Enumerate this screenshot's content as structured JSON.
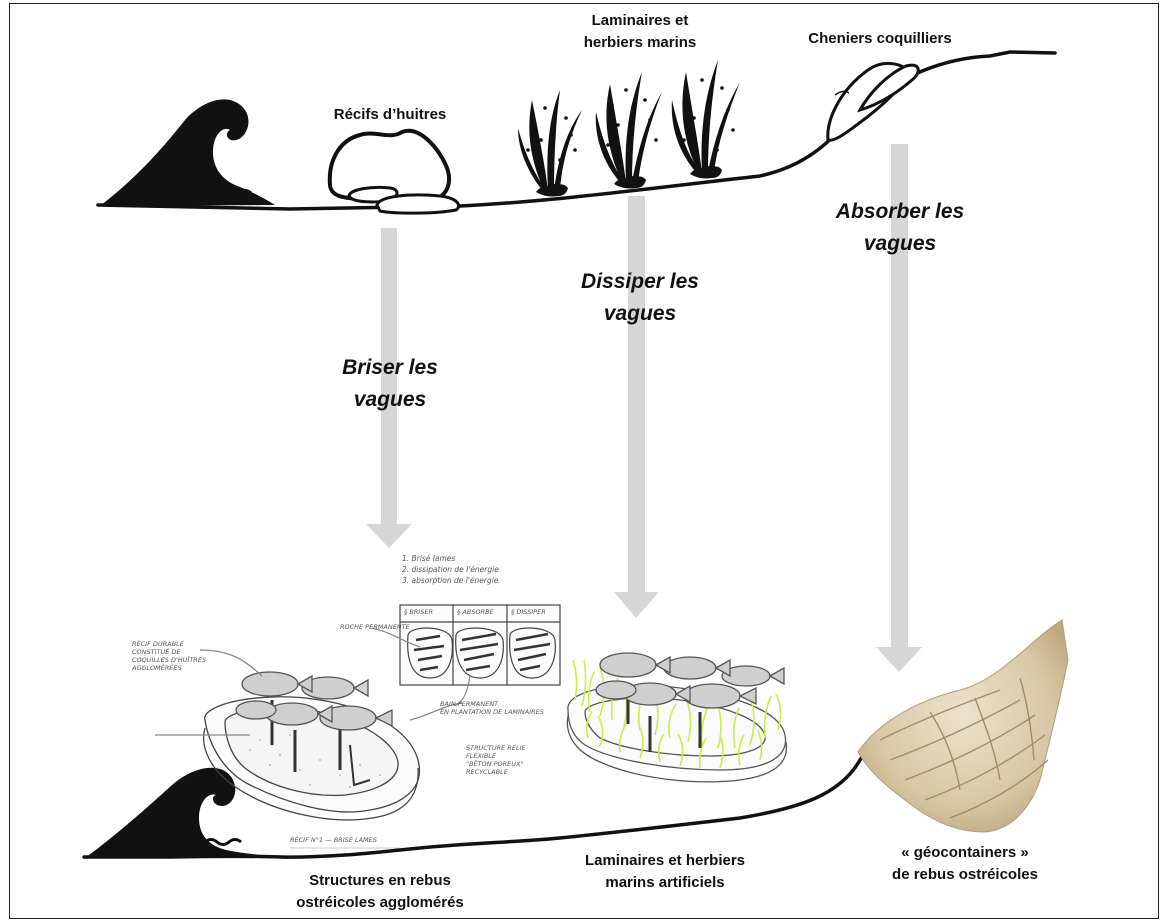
{
  "habitats": {
    "oyster_reefs": "Récifs d’huitres",
    "kelp_seagrass": "Laminaires et\nherbiers marins",
    "shell_cheniers": "Cheniers coquilliers"
  },
  "actions": {
    "break": "Briser les\nvagues",
    "dissipate": "Dissiper les\nvagues",
    "absorb": "Absorber les\nvagues"
  },
  "solutions": {
    "agglomerated": "Structures en rebus\nostréicoles agglomérés",
    "artificial_kelp": "Laminaires et herbiers\nmarins artificiels",
    "geocontainers": "« géocontainers »\nde rebus ostréicoles"
  },
  "sketch_notes": {
    "list": "1. Brisé lames\n2. dissipation de l'énergie\n3. absorption de l'énergie",
    "headers": [
      "§ BRISER",
      "§ ABSORBE",
      "§ DISSIPER"
    ],
    "left": "RÉCIF DURABLE\nCONSTITUÉ DE\nCOQUILLES D'HUÎTRES\nAGGLOMÉRÉES",
    "top": "ROCHE PERMANENTE",
    "middle": "BAIN PERMANENT\nEN PLANTATION DE LAMINAIRES",
    "right": "STRUCTURE RELIE\nFLEXIBLE\n\"BÉTON POREUX\"\nRECYCLABLE",
    "bottom": "RÉCIF N°1 — BRISE LAMES"
  },
  "colors": {
    "arrow": "#d6d6d6",
    "ink": "#111111",
    "seagrass": "#c8ee4a",
    "geocontainer": "#d9cbb0"
  }
}
